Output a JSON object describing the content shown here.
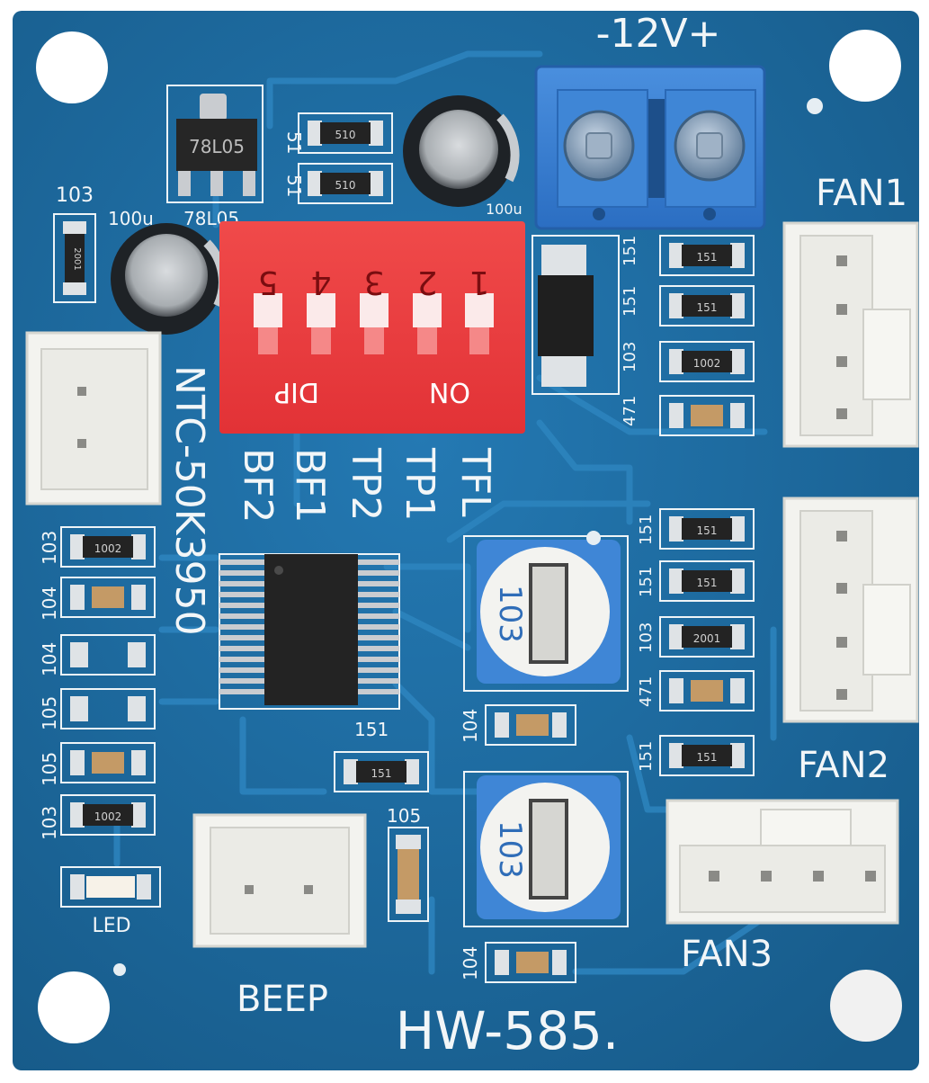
{
  "board": {
    "model": "HW-585.",
    "colors": {
      "pcb": "#1d6fa6",
      "pcb_dark": "#175b8a",
      "trace": "#2a80b8",
      "silk": "#f2f6f8",
      "dip": "#ef3e40",
      "terminal": "#3a7fd0",
      "connector": "#f3f3ef",
      "smd": "#2a2a2a"
    }
  },
  "power": {
    "label": "-12V+"
  },
  "regulator": {
    "marking": "78L05",
    "label": "78L05"
  },
  "caps": {
    "c1_label": "100u",
    "c2_label": "100u"
  },
  "dip": {
    "numbers": [
      "5",
      "4",
      "3",
      "2",
      "1"
    ],
    "left_label": "DIP",
    "right_label": "ON"
  },
  "ntc_label": "NTC-50K3950",
  "function_labels": [
    "BF2",
    "BF1",
    "TP2",
    "TP1",
    "TFL"
  ],
  "fans": {
    "fan1": "FAN1",
    "fan2": "FAN2",
    "fan3": "FAN3"
  },
  "beep_label": "BEEP",
  "led_label": "LED",
  "pots": {
    "pot1_marking": "103",
    "pot2_marking": "103"
  },
  "resistor_labels": {
    "top_r1": "51",
    "top_r2": "51",
    "top_r1_code": "510",
    "top_r2_code": "510",
    "r103_top": "103",
    "r103_top_code": "2001",
    "fan1_col": [
      "151",
      "151",
      "103",
      "471"
    ],
    "fan1_codes": [
      "151",
      "151",
      "1002",
      ""
    ],
    "fan2_col": [
      "151",
      "151",
      "103",
      "471"
    ],
    "fan2_codes": [
      "151",
      "151",
      "2001",
      ""
    ],
    "fan3_r": "151",
    "fan3_code": "151",
    "left_col": [
      "103",
      "104",
      "104",
      "105",
      "105",
      "103"
    ],
    "left_codes": [
      "1002",
      "",
      "",
      "",
      "",
      "1002"
    ],
    "mid_151": "151",
    "mid_151_code": "151",
    "mid_104a": "104",
    "mid_104b": "104",
    "cap_105": "105"
  }
}
